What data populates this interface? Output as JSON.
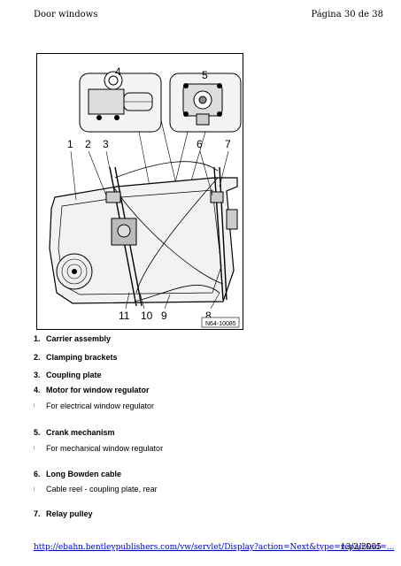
{
  "header": {
    "title": "Door windows",
    "page": "Página 30 de 38"
  },
  "figure": {
    "callouts": [
      "1",
      "2",
      "3",
      "4",
      "5",
      "6",
      "7",
      "8",
      "9",
      "10",
      "11"
    ],
    "code": "N64-10085"
  },
  "items": [
    {
      "num": "1.",
      "label": "Carrier assembly"
    },
    {
      "num": "2.",
      "label": "Clamping brackets"
    },
    {
      "num": "3.",
      "label": "Coupling plate"
    },
    {
      "num": "4.",
      "label": "Motor for window regulator",
      "sub": "For electrical window regulator"
    },
    {
      "num": "5.",
      "label": "Crank mechanism",
      "sub": "For mechanical window regulator"
    },
    {
      "num": "6.",
      "label": "Long Bowden cable",
      "sub": "Cable reel - coupling plate, rear"
    },
    {
      "num": "7.",
      "label": "Relay pulley"
    }
  ],
  "bullet_glyph": "l",
  "footer": {
    "url": "http://ebahn.bentleypublishers.com/vw/servlet/Display?action=Next&type=repair&id=...",
    "date": "13/2/2005"
  }
}
